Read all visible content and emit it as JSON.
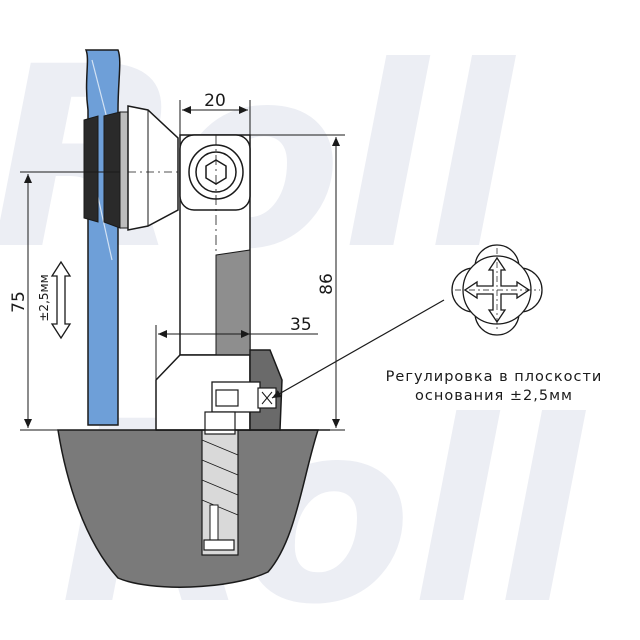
{
  "watermark": {
    "text": "Roll"
  },
  "dimensions": {
    "width_top": "20",
    "height_left": "75",
    "height_right": "86",
    "width_mid": "35",
    "adjust_vertical": "±2,5мм"
  },
  "note": {
    "line1": "Регулировка в плоскости",
    "line2": "основания ±2,5мм"
  },
  "colors": {
    "glass": "#6e9fd8",
    "gasket": "#2a2a2a",
    "base": "#7a7a7a",
    "metal_dark": "#8e8e8e",
    "outline": "#1a1a1a"
  }
}
